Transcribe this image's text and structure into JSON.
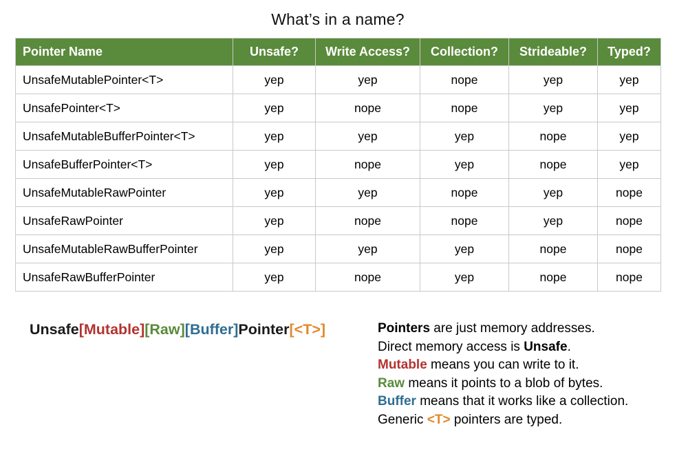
{
  "title": "What’s in a name?",
  "colors": {
    "black": "#1a1a1a",
    "red": "#b23330",
    "green": "#5a8a3b",
    "blue": "#2e6e91",
    "orange": "#e1892e",
    "header_bg": "#5a8a3b",
    "border": "#c9c9c9"
  },
  "table": {
    "headers": [
      "Pointer Name",
      "Unsafe?",
      "Write Access?",
      "Collection?",
      "Strideable?",
      "Typed?"
    ],
    "rows": [
      [
        "UnsafeMutablePointer<T>",
        "yep",
        "yep",
        "nope",
        "yep",
        "yep"
      ],
      [
        "UnsafePointer<T>",
        "yep",
        "nope",
        "nope",
        "yep",
        "yep"
      ],
      [
        "UnsafeMutableBufferPointer<T>",
        "yep",
        "yep",
        "yep",
        "nope",
        "yep"
      ],
      [
        "UnsafeBufferPointer<T>",
        "yep",
        "nope",
        "yep",
        "nope",
        "yep"
      ],
      [
        "UnsafeMutableRawPointer",
        "yep",
        "yep",
        "nope",
        "yep",
        "nope"
      ],
      [
        "UnsafeRawPointer",
        "yep",
        "nope",
        "nope",
        "yep",
        "nope"
      ],
      [
        "UnsafeMutableRawBufferPointer",
        "yep",
        "yep",
        "yep",
        "nope",
        "nope"
      ],
      [
        "UnsafeRawBufferPointer",
        "yep",
        "nope",
        "yep",
        "nope",
        "nope"
      ]
    ]
  },
  "formula": {
    "segments": [
      {
        "text": "Unsafe",
        "color": "black",
        "name": "formula-segment-unsafe"
      },
      {
        "text": "[Mutable]",
        "color": "red",
        "name": "formula-segment-mutable"
      },
      {
        "text": "[Raw]",
        "color": "green",
        "name": "formula-segment-raw"
      },
      {
        "text": "[Buffer]",
        "color": "blue",
        "name": "formula-segment-buffer"
      },
      {
        "text": "Pointer",
        "color": "black",
        "name": "formula-segment-pointer"
      },
      {
        "text": "[<T>]",
        "color": "orange",
        "name": "formula-segment-generic"
      }
    ]
  },
  "notes": {
    "lines": [
      {
        "segments": [
          {
            "text": "Pointers",
            "bold": true
          },
          {
            "text": " are just memory addresses."
          }
        ]
      },
      {
        "segments": [
          {
            "text": "Direct memory access is "
          },
          {
            "text": "Unsafe",
            "bold": true
          },
          {
            "text": "."
          }
        ]
      },
      {
        "segments": [
          {
            "text": "Mutable",
            "bold": true,
            "color": "red"
          },
          {
            "text": " means you can write to it."
          }
        ]
      },
      {
        "segments": [
          {
            "text": "Raw",
            "bold": true,
            "color": "green"
          },
          {
            "text": " means it points to a blob of bytes."
          }
        ]
      },
      {
        "segments": [
          {
            "text": "Buffer",
            "bold": true,
            "color": "blue"
          },
          {
            "text": " means that it works like a collection."
          }
        ]
      },
      {
        "segments": [
          {
            "text": "Generic "
          },
          {
            "text": "<T>",
            "bold": true,
            "color": "orange"
          },
          {
            "text": " pointers are typed."
          }
        ]
      }
    ]
  }
}
